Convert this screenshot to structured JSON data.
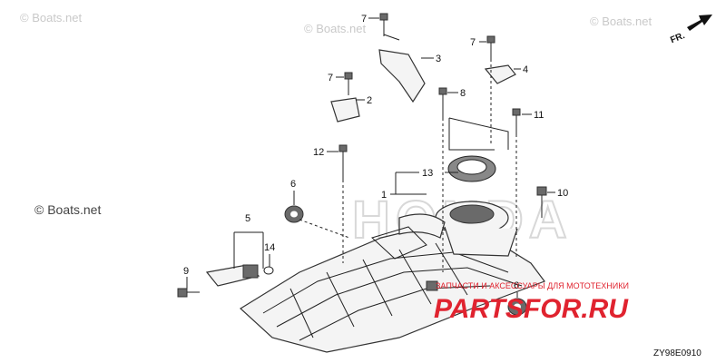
{
  "watermarks": {
    "top_left": "© Boats.net",
    "top_mid": "© Boats.net",
    "top_right": "© Boats.net",
    "left": "© Boats.net",
    "brand_overlay": "HONDA"
  },
  "orientation_label": "FR.",
  "callouts": [
    {
      "id": "c7a",
      "label": "7"
    },
    {
      "id": "c3",
      "label": "3"
    },
    {
      "id": "c7b",
      "label": "7"
    },
    {
      "id": "c4",
      "label": "4"
    },
    {
      "id": "c7c",
      "label": "7"
    },
    {
      "id": "c2",
      "label": "2"
    },
    {
      "id": "c8",
      "label": "8"
    },
    {
      "id": "c11",
      "label": "11"
    },
    {
      "id": "c12",
      "label": "12"
    },
    {
      "id": "c13",
      "label": "13"
    },
    {
      "id": "c1",
      "label": "1"
    },
    {
      "id": "c10",
      "label": "10"
    },
    {
      "id": "c6a",
      "label": "6"
    },
    {
      "id": "c5",
      "label": "5"
    },
    {
      "id": "c14",
      "label": "14"
    },
    {
      "id": "c9",
      "label": "9"
    },
    {
      "id": "c6b",
      "label": "6"
    }
  ],
  "shop_banner": {
    "tagline": "ЗАПЧАСТИ И АКСЕССУАРЫ ДЛЯ МОТОТЕХНИКИ",
    "brand": "PARTSFOR.RU"
  },
  "diagram_code": "ZY98E0910",
  "colors": {
    "brand_red": "#e0232f",
    "watermark_gray": "#c9c9c9",
    "line": "#222222"
  }
}
